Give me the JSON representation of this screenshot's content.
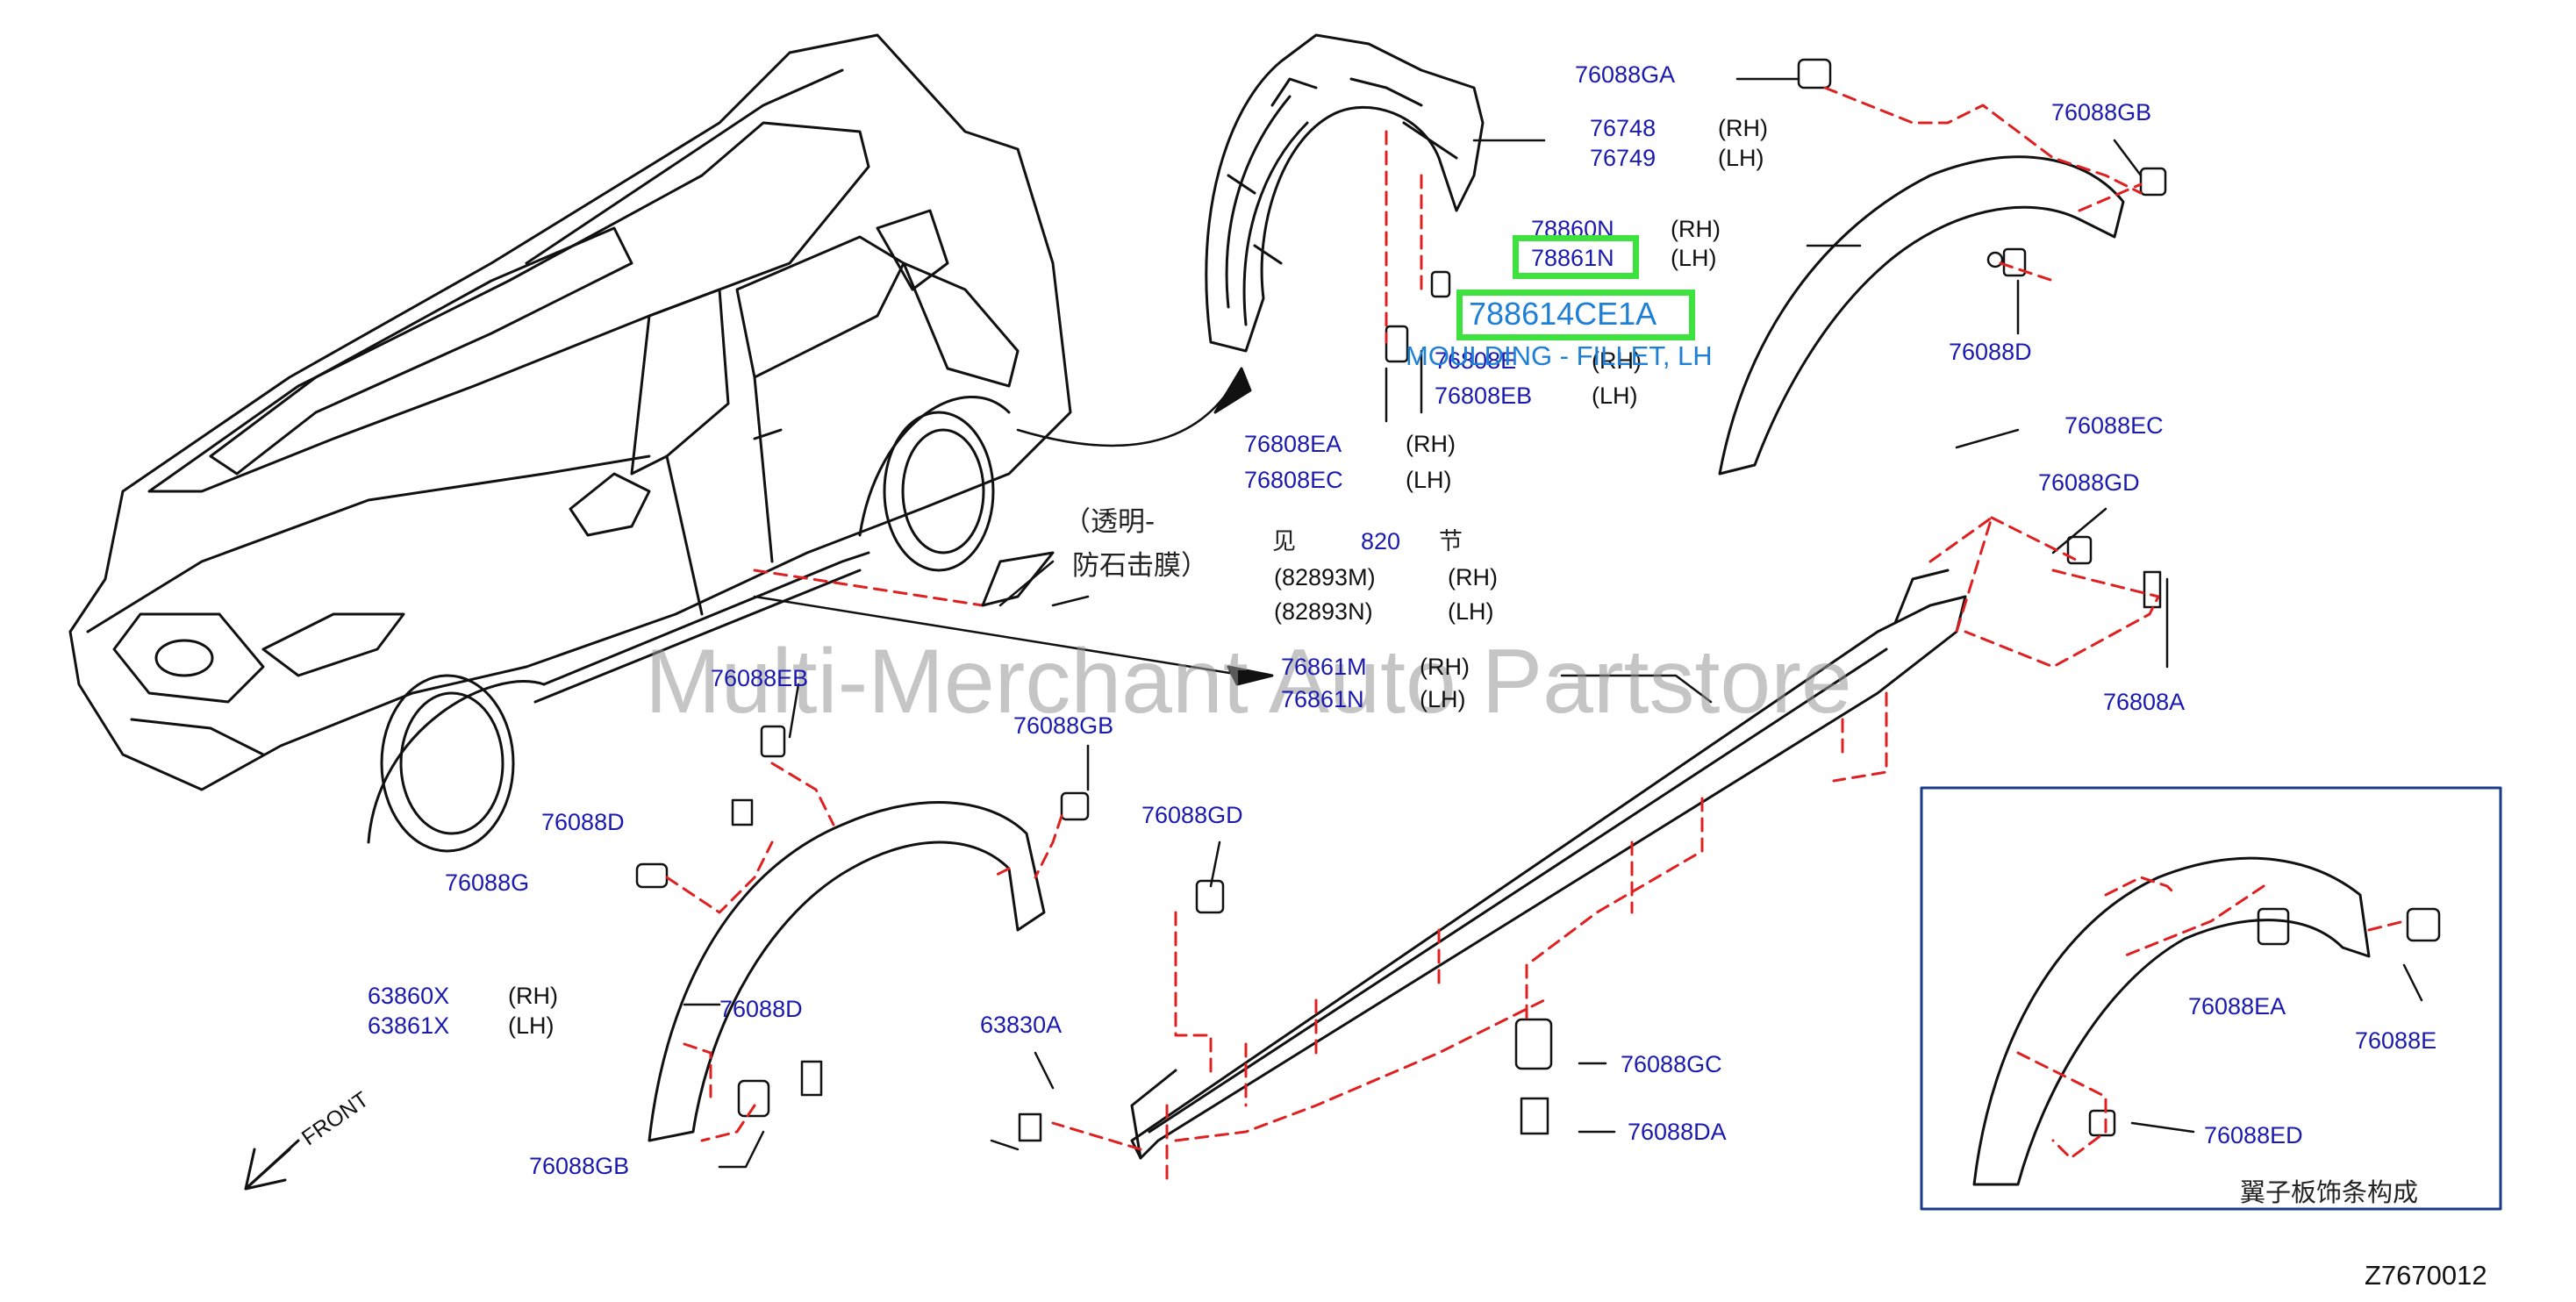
{
  "watermark": "Multi-Merchant Auto Partstore",
  "diagram_code": "Z7670012",
  "highlight": {
    "part_number": "788614CE1A",
    "description": "MOULDING - FILLET, LH"
  },
  "inset_caption": "翼子板饰条构成",
  "protective_film": {
    "line1": "（透明-",
    "line2": "防石击膜）"
  },
  "see_section": {
    "prefix": "见",
    "number": "820",
    "suffix": "节"
  },
  "labels": {
    "p76088GA": "76088GA",
    "p76748": "76748",
    "p76749": "76749",
    "p78860N": "78860N",
    "p78861N": "78861N",
    "p76808E": "76808E",
    "p76808EB": "76808EB",
    "p76808EA": "76808EA",
    "p76808EC": "76808EC",
    "p76088GB_tr": "76088GB",
    "p76088D_tr": "76088D",
    "p76088EC": "76088EC",
    "p76088GD_r": "76088GD",
    "p76808A": "76808A",
    "p82893M": "(82893M)",
    "p82893N": "(82893N)",
    "p76861M": "76861M",
    "p76861N": "76861N",
    "p76088EB": "76088EB",
    "p76088GB_m": "76088GB",
    "p76088D_l": "76088D",
    "p76088G": "76088G",
    "p76088GD_m": "76088GD",
    "p63860X": "63860X",
    "p63861X": "63861X",
    "p76088D_b": "76088D",
    "p63830A": "63830A",
    "p76088GC": "76088GC",
    "p76088DA": "76088DA",
    "p76088GB_b": "76088GB",
    "p76088EA": "76088EA",
    "p76088E": "76088E",
    "p76088ED": "76088ED"
  },
  "sides": {
    "rh": "(RH)",
    "lh": "(LH)"
  },
  "front_label": "FRONT",
  "colors": {
    "label_blue": "#1a1ab0",
    "leader_red": "#e02020",
    "highlight_green": "#3ee23e",
    "highlight_text": "#1e7fd6",
    "inset_border": "#1a3a8a"
  }
}
